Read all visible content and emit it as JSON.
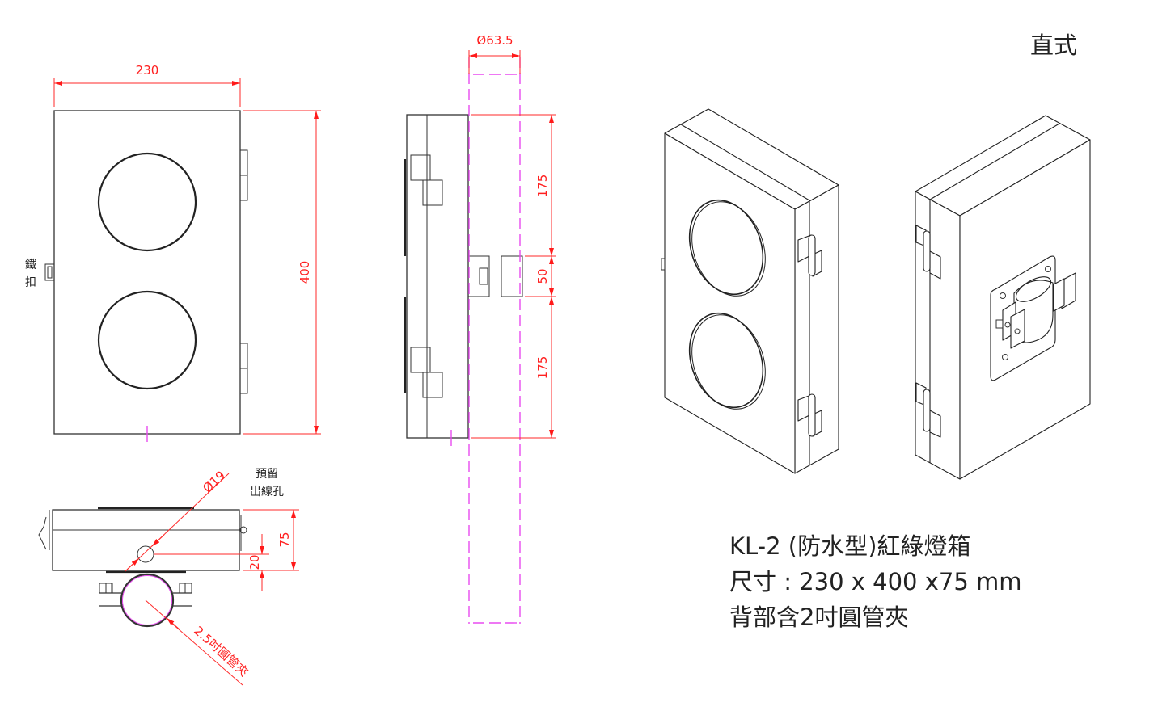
{
  "title": "直式",
  "front_view": {
    "width_label": "230",
    "height_label": "400",
    "latch_label_line1": "鐵",
    "latch_label_line2": "扣"
  },
  "side_view": {
    "pipe_diameter_label": "Ø63.5",
    "top_spacing_label": "175",
    "middle_spacing_label": "50",
    "bottom_spacing_label": "175"
  },
  "top_view": {
    "hole_diameter_label": "Ø19",
    "hole_label_line1": "預留",
    "hole_label_line2": "出線孔",
    "depth_label": "75",
    "hole_offset_label": "20",
    "clamp_label": "2.5吋圓管夾"
  },
  "description": {
    "line1": "KL-2 (防水型)紅綠燈箱",
    "line2": "尺寸 : 230 x 400 x75 mm",
    "line3": "背部含2吋圓管夾"
  },
  "colors": {
    "dimension": "#ff2020",
    "centerline": "#e84bf0",
    "outline": "#333333"
  }
}
